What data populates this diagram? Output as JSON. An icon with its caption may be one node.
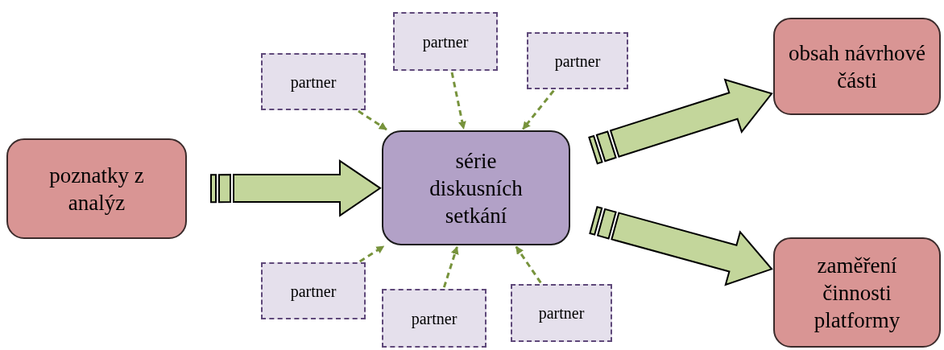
{
  "diagram": {
    "nodes": [
      {
        "text": [
          "poznatky z analýz"
        ]
      },
      {
        "text": [
          "série diskusních setkání"
        ]
      },
      {
        "text": [
          "obsah návrhové části"
        ]
      },
      {
        "text": [
          "zaměření činnosti platformy"
        ]
      },
      {
        "text": [
          "partner"
        ]
      },
      {
        "text": [
          "partner"
        ]
      },
      {
        "text": [
          "partner"
        ]
      },
      {
        "text": [
          "partner"
        ]
      },
      {
        "text": [
          "partner"
        ]
      },
      {
        "text": [
          "partner"
        ]
      }
    ],
    "edges": [
      {
        "from": 0,
        "to": 1,
        "arrow": "to",
        "style": "thick"
      },
      {
        "from": 1,
        "to": 2,
        "arrow": "to",
        "style": "thick"
      },
      {
        "from": 1,
        "to": 3,
        "arrow": "to",
        "style": "thick"
      },
      {
        "from": 4,
        "to": 1,
        "arrow": "to",
        "style": "dashed"
      },
      {
        "from": 5,
        "to": 1,
        "arrow": "to",
        "style": "dashed"
      },
      {
        "from": 6,
        "to": 1,
        "arrow": "to",
        "style": "dashed"
      },
      {
        "from": 7,
        "to": 1,
        "arrow": "to",
        "style": "dashed"
      },
      {
        "from": 8,
        "to": 1,
        "arrow": "to",
        "style": "dashed"
      },
      {
        "from": 9,
        "to": 1,
        "arrow": "to",
        "style": "dashed"
      }
    ]
  }
}
